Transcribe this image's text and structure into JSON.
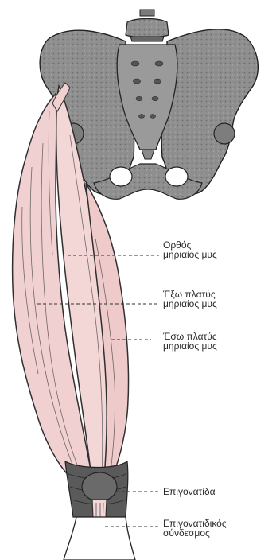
{
  "labels": {
    "rectus_femoris": {
      "line1": "Ορθός",
      "line2": "μηριαίος μυς"
    },
    "vastus_lateralis": {
      "line1": "Έξω πλατύς",
      "line2": "μηριαίος μυς"
    },
    "vastus_medialis": {
      "line1": "Έσω πλατύς",
      "line2": "μηριαίος μυς"
    },
    "patella": {
      "line1": "Επιγονατίδα"
    },
    "patellar_ligament": {
      "line1": "Επιγονατιδικός",
      "line2": "σύνδεσμος"
    }
  },
  "colors": {
    "bone": "#8f8f8f",
    "bone_dark": "#6e6e6e",
    "muscle": "#f0d0d0",
    "muscle_line": "#2f2f2f",
    "knee_band": "#555555",
    "leader": "#333333"
  }
}
